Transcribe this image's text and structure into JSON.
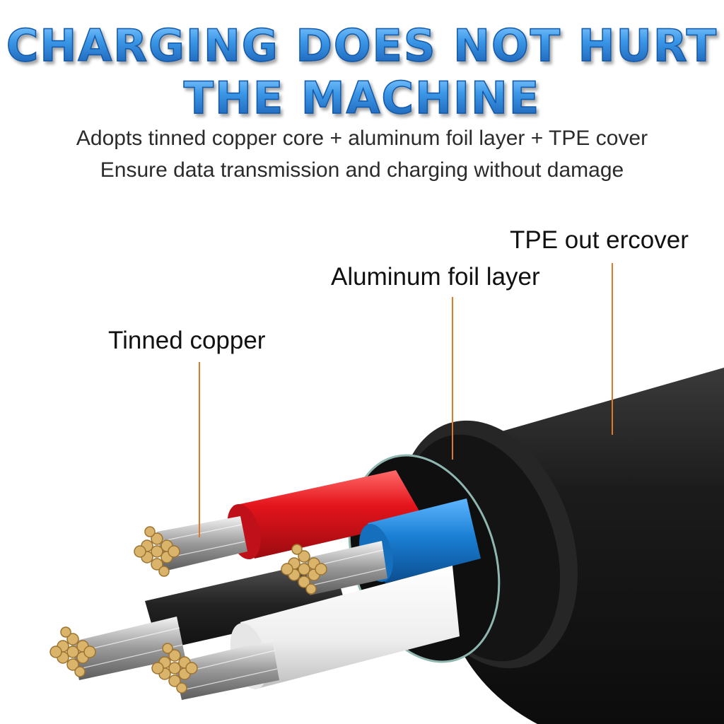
{
  "headline": {
    "line1": "CHARGING DOES NOT HURT",
    "line2": "THE MACHINE"
  },
  "subheadline": {
    "line1": "Adopts tinned copper core + aluminum foil layer + TPE cover",
    "line2": "Ensure data transmission and charging without damage"
  },
  "callouts": {
    "tinned_copper": "Tinned copper",
    "aluminum_foil": "Aluminum foil layer",
    "tpe_cover": "TPE out ercover"
  },
  "colors": {
    "headline_blue": "#2a7fd0",
    "leader_line_orange": "#e07a2a",
    "jacket_black": "#151515",
    "wire_red": "#e4141b",
    "wire_blue": "#1a7fd4",
    "wire_white": "#f2f2f2",
    "copper_strands": "#d9b46a"
  }
}
